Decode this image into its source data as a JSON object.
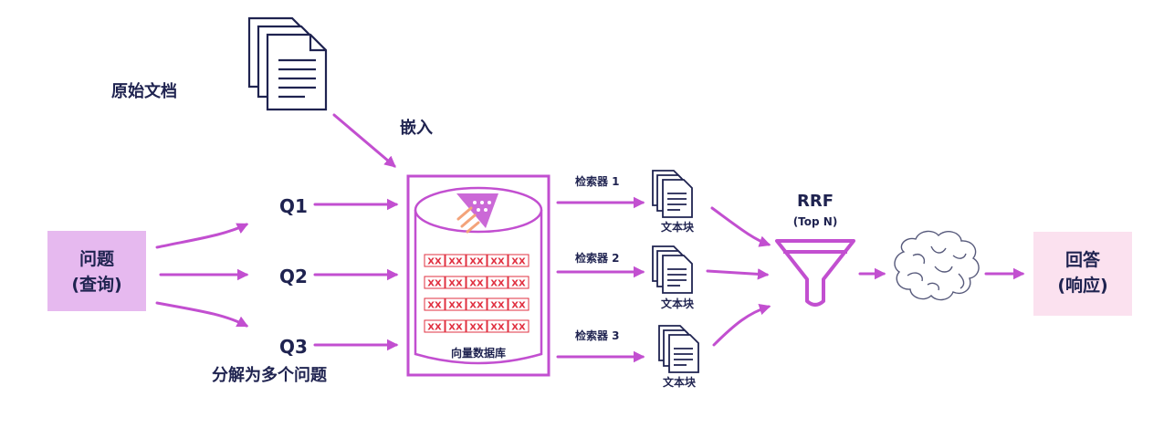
{
  "colors": {
    "arrow": "#c24fd0",
    "text": "#1f2350",
    "question_box": "#e6b9ef",
    "answer_box": "#fbe1ef",
    "xx": "#e03040"
  },
  "labels": {
    "source_docs": "原始文档",
    "embed": "嵌入",
    "question_line1": "问题",
    "question_line2": "(查询)",
    "q1": "Q1",
    "q2": "Q2",
    "q3": "Q3",
    "decompose": "分解为多个问题",
    "vector_db": "向量数据库",
    "retriever1": "检索器 1",
    "retriever2": "检索器 2",
    "retriever3": "检索器 3",
    "chunk": "文本块",
    "rrf": "RRF",
    "top_n": "(Top N)",
    "answer_line1": "回答",
    "answer_line2": "(响应)"
  },
  "vector_rows": [
    [
      "XX",
      "XX",
      "XX",
      "XX",
      "XX"
    ],
    [
      "XX",
      "XX",
      "XX",
      "XX",
      "XX"
    ],
    [
      "XX",
      "XX",
      "XX",
      "XX",
      "XX"
    ],
    [
      "XX",
      "XX",
      "XX",
      "XX",
      "XX"
    ]
  ],
  "icons": {
    "documents": "document-stack-icon",
    "database": "vector-database-icon",
    "chunks": "text-chunk-icon",
    "funnel": "funnel-icon",
    "brain": "brain-icon"
  }
}
